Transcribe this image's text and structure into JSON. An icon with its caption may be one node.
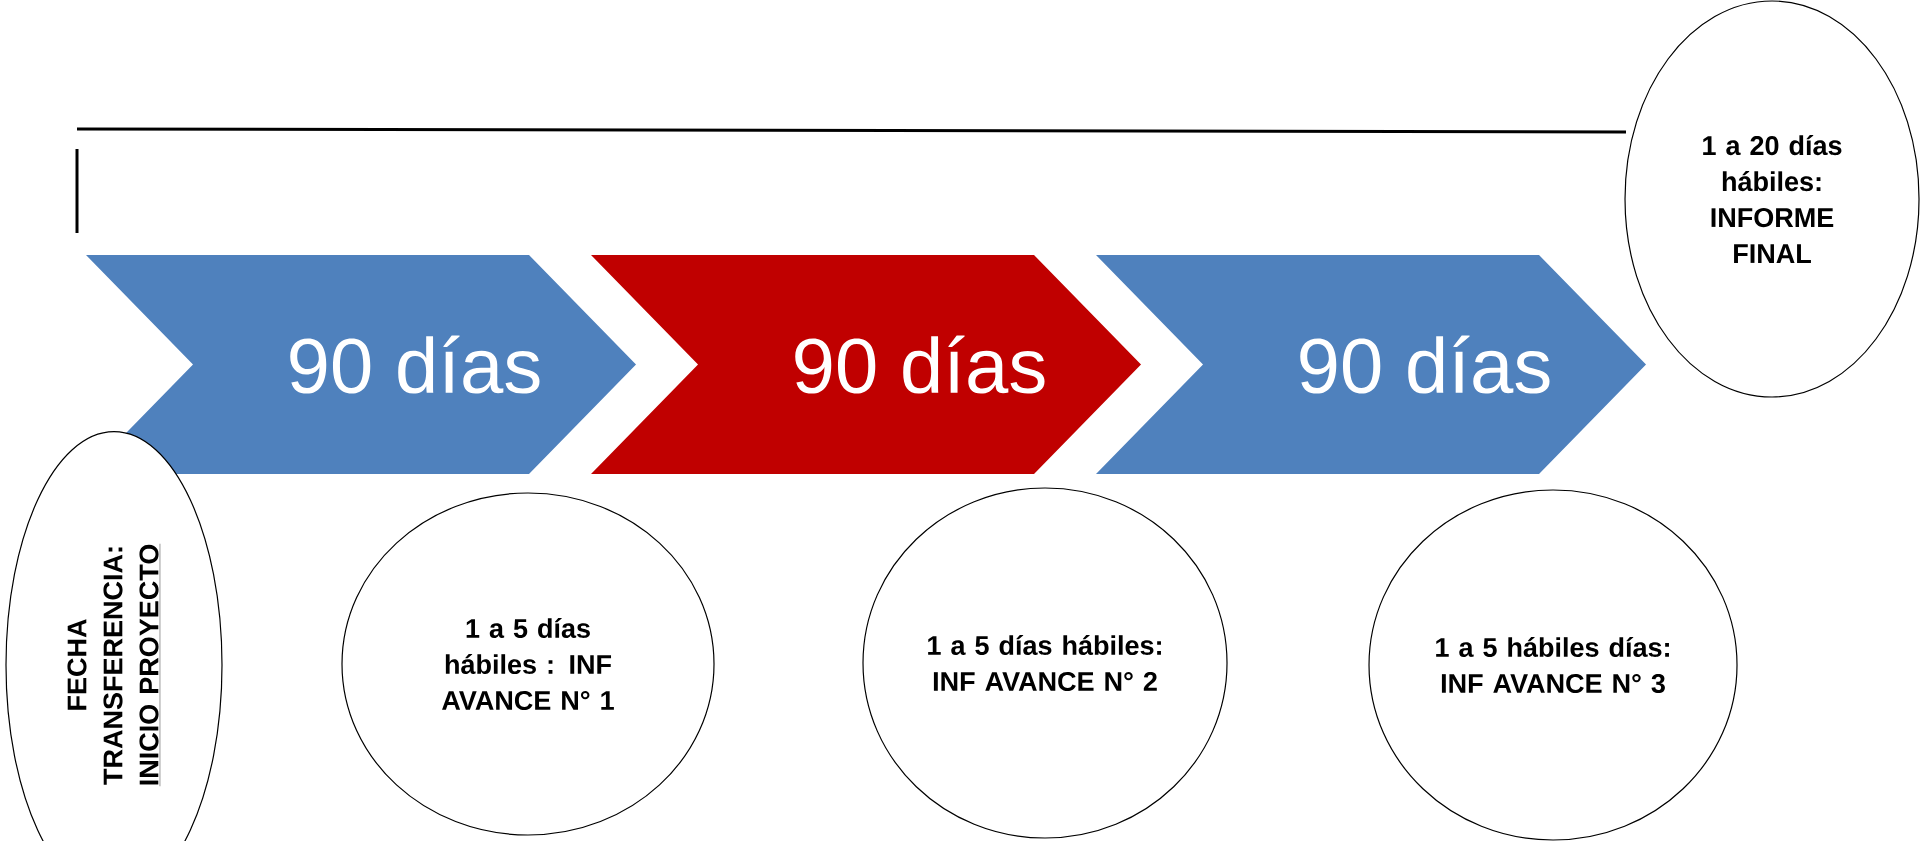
{
  "diagram": {
    "nodes": [
      {
        "text": [
          "90 días"
        ]
      },
      {
        "text": [
          "90 días"
        ]
      },
      {
        "text": [
          "90 días"
        ]
      },
      {
        "text": [
          "1 a 20 días hábiles: INFORME FINAL"
        ]
      },
      {
        "text": [
          "FECHA TRANSFERENCIA:",
          "INICIO PROYECTO"
        ]
      },
      {
        "text": [
          "1 a 5 días hábiles : INF AVANCE N° 1"
        ]
      },
      {
        "text": [
          "1 a 5 días hábiles: INF AVANCE N° 2"
        ]
      },
      {
        "text": [
          "1 a 5 hábiles días: INF AVANCE N° 3"
        ]
      }
    ]
  }
}
